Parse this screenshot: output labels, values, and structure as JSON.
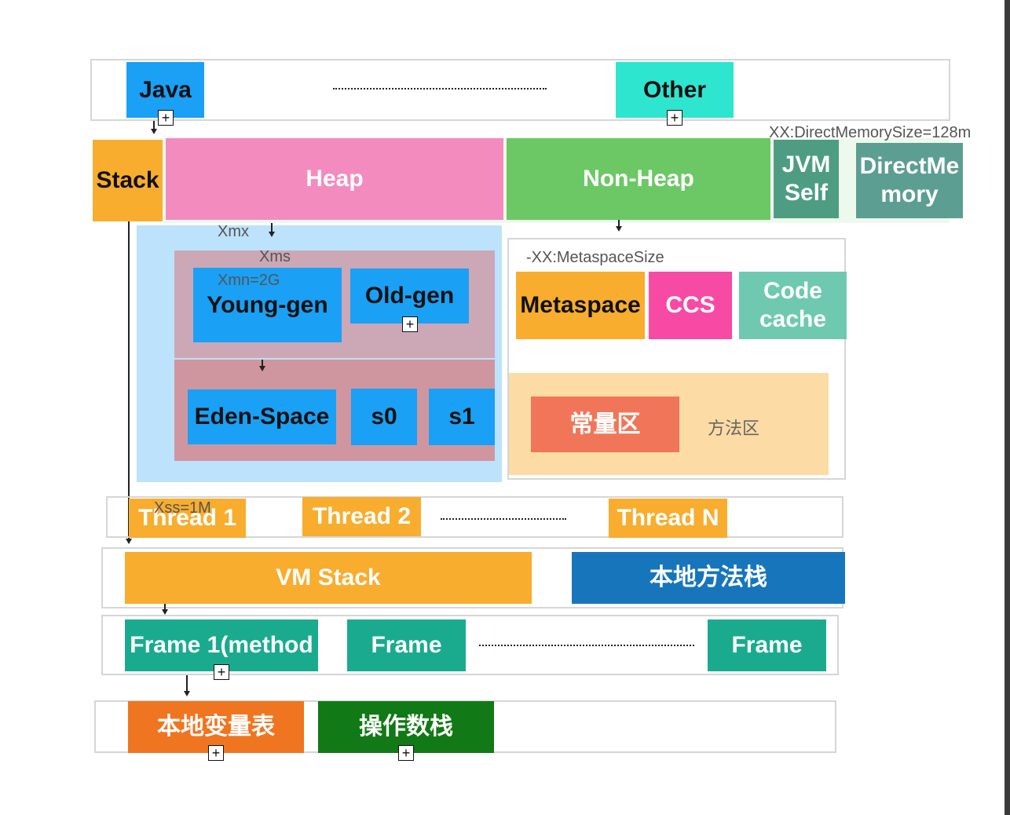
{
  "row1": {
    "java": "Java",
    "other": "Other"
  },
  "row2": {
    "stack": "Stack",
    "heap": "Heap",
    "non_heap": "Non-Heap",
    "jvm_self": "JVM\nSelf",
    "direct_memory": "DirectMe\nmory",
    "direct_memory_size": "XX:DirectMemorySize=128m"
  },
  "heap_detail": {
    "xmx": "Xmx",
    "xms": "Xms",
    "xmn": "Xmn=2G",
    "young_gen": "Young-gen",
    "old_gen": "Old-gen",
    "eden_space": "Eden-Space",
    "s0": "s0",
    "s1": "s1"
  },
  "non_heap_detail": {
    "metaspace_size": "-XX:MetaspaceSize",
    "metaspace": "Metaspace",
    "ccs": "CCS",
    "code_cache": "Code\ncache",
    "constant_pool": "常量区",
    "method_area": "方法区"
  },
  "threads": {
    "xss": "Xss=1M",
    "thread1": "Thread 1",
    "thread2": "Thread 2",
    "threadN": "Thread N"
  },
  "stacks": {
    "vm_stack": "VM Stack",
    "native_method_stack": "本地方法栈"
  },
  "frames": {
    "frame1": "Frame 1(method",
    "frame2": "Frame",
    "frame3": "Frame"
  },
  "frame_detail": {
    "local_vars": "本地变量表",
    "operand_stack": "操作数栈"
  },
  "colors": {
    "java": "#1aa0f5",
    "other": "#2ee6cf",
    "stack": "#f8ad2e",
    "heap": "#f48bbf",
    "non_heap": "#6cc865",
    "jvm_self": "#4e9d82",
    "direct_memory": "#5d9e93",
    "heap_panel": "#bde2fb",
    "young_old_panel": "#cca8b6",
    "eden_panel": "#cf969f",
    "gen_blue": "#1aa0f5",
    "metaspace": "#f8ad2e",
    "ccs": "#f74aa5",
    "code_cache": "#6fc9b1",
    "method_area_panel": "#fddba4",
    "constant_pool": "#f17659",
    "thread": "#f8ad2e",
    "vm_stack": "#f8ad2e",
    "native_stack": "#1775bb",
    "frame": "#1aab8f",
    "local_vars": "#f07521",
    "operand_stack": "#117915"
  }
}
